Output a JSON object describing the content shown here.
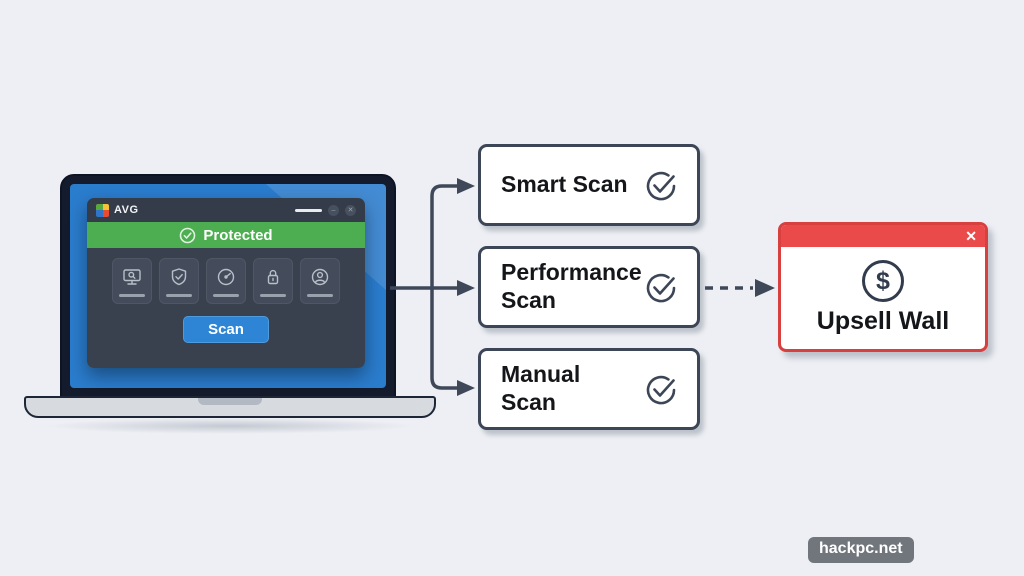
{
  "colors": {
    "page_background": "#edeff4",
    "diagram_line": "#3e4858",
    "status_green": "#4cae50",
    "screen_blue": "#2a7ccd",
    "scan_button_blue": "#2e85d5",
    "upsell_red": "#ea4b4a",
    "box_border_navy": "#3c4656"
  },
  "laptop": {
    "app": {
      "brand": "AVG",
      "titlebar_icons": [
        "menu-bar-icon",
        "minimize-icon",
        "close-icon"
      ],
      "status": {
        "label": "Protected",
        "icon": "check-circle-icon"
      },
      "tiles": [
        {
          "icon": "computer-scan-icon"
        },
        {
          "icon": "shield-check-icon"
        },
        {
          "icon": "performance-gauge-icon"
        },
        {
          "icon": "privacy-lock-icon"
        },
        {
          "icon": "account-icon"
        }
      ],
      "scan_button_label": "Scan"
    }
  },
  "flow": {
    "boxes": [
      {
        "label": "Smart Scan",
        "icon": "check-circle-icon"
      },
      {
        "label": "Performance\nScan",
        "icon": "check-circle-icon"
      },
      {
        "label": "Manual\nScan",
        "icon": "check-circle-icon"
      }
    ],
    "upsell": {
      "close_glyph": "✕",
      "icon": "dollar-icon",
      "dollar_glyph": "$",
      "label": "Upsell Wall"
    }
  },
  "watermark": "hackpc.net"
}
